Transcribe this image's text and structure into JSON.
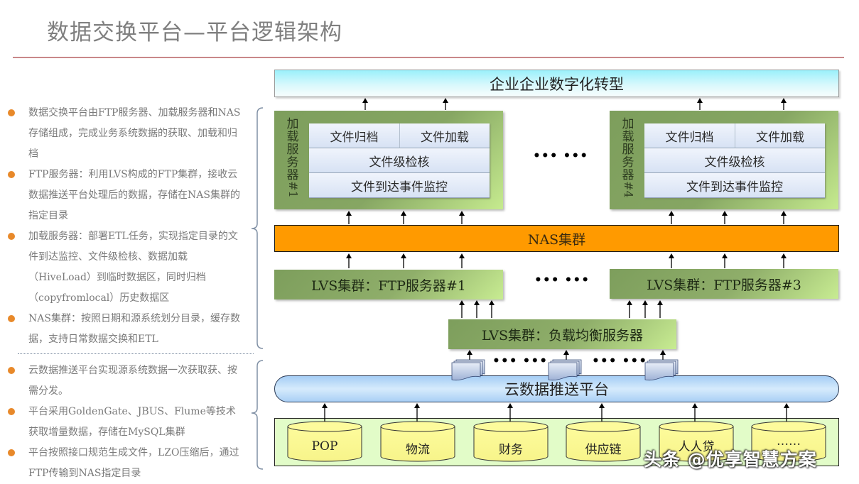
{
  "page": {
    "title": "数据交换平台—平台逻辑架构"
  },
  "left_panel": {
    "group1": [
      "数据交换平台由FTP服务器、加载服务器和NAS存储组成，完成业务系统数据的获取、加载和归档",
      "FTP服务器：利用LVS构成的FTP集群，接收云数据推送平台处理后的数据，存储在NAS集群的指定目录",
      "加载服务器：部署ETL任务，实现指定目录的文件到达监控、文件级检核、数据加载（HiveLoad）到临时数据区，同时归档（copyfromlocal）历史数据区",
      "NAS集群：按照日期和源系统划分目录，缓存数据，支持日常数据交换和ETL"
    ],
    "group2": [
      "云数据推送平台实现源系统数据一次获取获、按需分发。",
      "平台采用GoldenGate、JBUS、Flume等技术获取增量数据，存储在MySQL集群",
      "平台按照接口规范生成文件，LZO压缩后，通过FTP传输到NAS指定目录"
    ]
  },
  "diagram": {
    "top_layer": "企业企业数字化转型",
    "load_servers": [
      {
        "label_chars": [
          "加",
          "载",
          "服",
          "务",
          "器"
        ],
        "label_num": "#1",
        "archive": "文件归档",
        "load": "文件加载",
        "check": "文件级检核",
        "monitor": "文件到达事件监控"
      },
      {
        "label_chars": [
          "加",
          "载",
          "服",
          "务",
          "器"
        ],
        "label_num": "#4",
        "archive": "文件归档",
        "load": "文件加载",
        "check": "文件级检核",
        "monitor": "文件到达事件监控"
      }
    ],
    "ellipsis": "••• •••",
    "nas": "NAS集群",
    "ftp_servers": [
      "LVS集群：FTP服务器#1",
      "LVS集群：FTP服务器#3"
    ],
    "load_balancer": "LVS集群：负载均衡服务器",
    "cloud_platform": "云数据推送平台",
    "source_systems": [
      "POP",
      "物流",
      "财务",
      "供应链",
      "人人贷",
      "……"
    ]
  },
  "watermark": "头条 @优享智慧方案",
  "colors": {
    "accent_orange": "#ff9a00",
    "bullet": "#e8892a",
    "green_box": "#86a663",
    "db_yellow": "#fdfb9c",
    "sources_bg": "#e2fcc8",
    "rule": "#c9888a"
  }
}
